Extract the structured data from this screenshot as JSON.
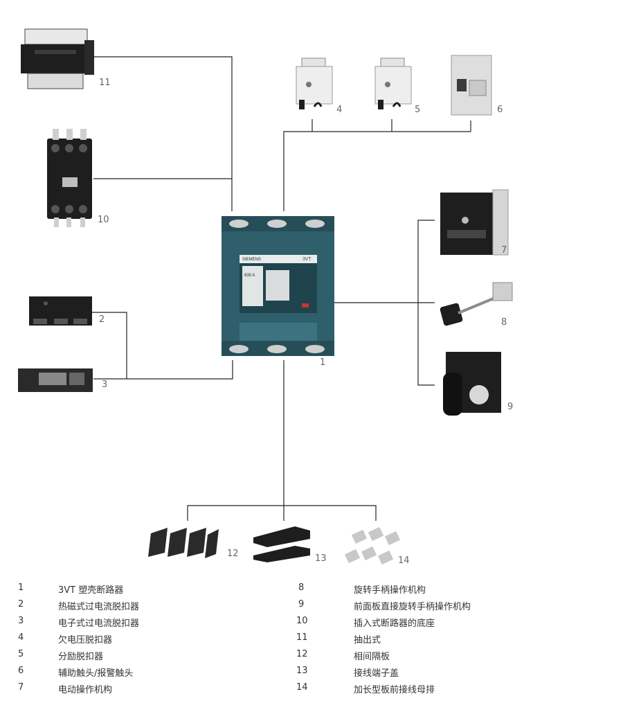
{
  "breaker": {
    "brand": "SIEMENS",
    "model": "3VT",
    "rating": "630 A"
  },
  "callouts": [
    "1",
    "2",
    "3",
    "4",
    "5",
    "6",
    "7",
    "8",
    "9",
    "10",
    "11",
    "12",
    "13",
    "14"
  ],
  "legend_left": [
    {
      "n": "1",
      "text": "3VT 塑壳断路器"
    },
    {
      "n": "2",
      "text": "热磁式过电流脱扣器"
    },
    {
      "n": "3",
      "text": "电子式过电流脱扣器"
    },
    {
      "n": "4",
      "text": "欠电压脱扣器"
    },
    {
      "n": "5",
      "text": "分励脱扣器"
    },
    {
      "n": "6",
      "text": "辅助触头/报警触头"
    },
    {
      "n": "7",
      "text": "电动操作机构"
    }
  ],
  "legend_right": [
    {
      "n": "8",
      "text": "旋转手柄操作机构"
    },
    {
      "n": "9",
      "text": "前面板直接旋转手柄操作机构"
    },
    {
      "n": "10",
      "text": "插入式断路器的底座"
    },
    {
      "n": "11",
      "text": "抽出式"
    },
    {
      "n": "12",
      "text": "相间隔板"
    },
    {
      "n": "13",
      "text": "接线端子盖"
    },
    {
      "n": "14",
      "text": "加长型板前接线母排"
    }
  ],
  "colors": {
    "breaker_body": "#2f5f6b",
    "line": "#222222",
    "accessory_dark": "#1e1e1e",
    "accessory_grey": "#d5d5d5"
  }
}
